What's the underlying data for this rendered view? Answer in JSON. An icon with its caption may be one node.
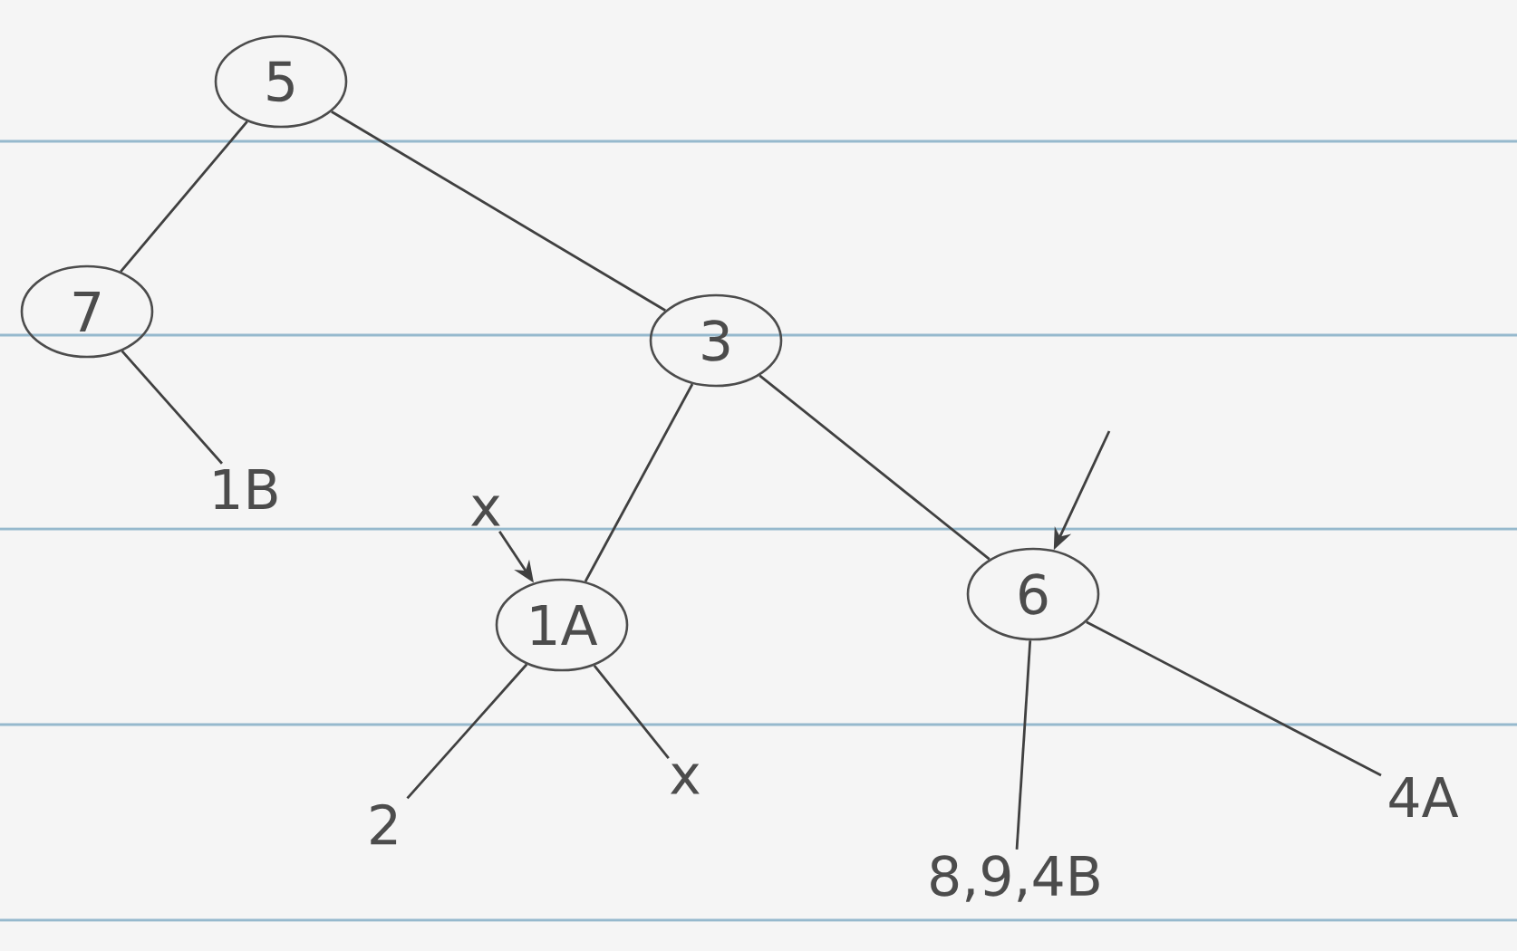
{
  "diagram": {
    "nodes": [
      {
        "text": [
          "5"
        ]
      },
      {
        "text": [
          "7"
        ]
      },
      {
        "text": [
          "3"
        ]
      },
      {
        "text": [
          "1B"
        ]
      },
      {
        "text": [
          "x"
        ]
      },
      {
        "text": [
          "1A"
        ]
      },
      {
        "text": [
          "6"
        ]
      },
      {
        "text": [
          "2"
        ]
      },
      {
        "text": [
          "x"
        ]
      },
      {
        "text": [
          "8,9,4B"
        ]
      },
      {
        "text": [
          "4A"
        ]
      }
    ],
    "edges": [
      {
        "from": 0,
        "to": 1,
        "arrow": "none"
      },
      {
        "from": 0,
        "to": 2,
        "arrow": "none"
      },
      {
        "from": 1,
        "to": 3,
        "arrow": "none"
      },
      {
        "from": 2,
        "to": 5,
        "arrow": "none"
      },
      {
        "from": 2,
        "to": 6,
        "arrow": "none"
      },
      {
        "from": 4,
        "to": 5,
        "arrow": "to"
      },
      {
        "from": null,
        "to": 6,
        "arrow": "to"
      },
      {
        "from": 5,
        "to": 7,
        "arrow": "none"
      },
      {
        "from": 5,
        "to": 8,
        "arrow": "none"
      },
      {
        "from": 6,
        "to": 9,
        "arrow": "none"
      },
      {
        "from": 6,
        "to": 10,
        "arrow": "none"
      }
    ]
  }
}
